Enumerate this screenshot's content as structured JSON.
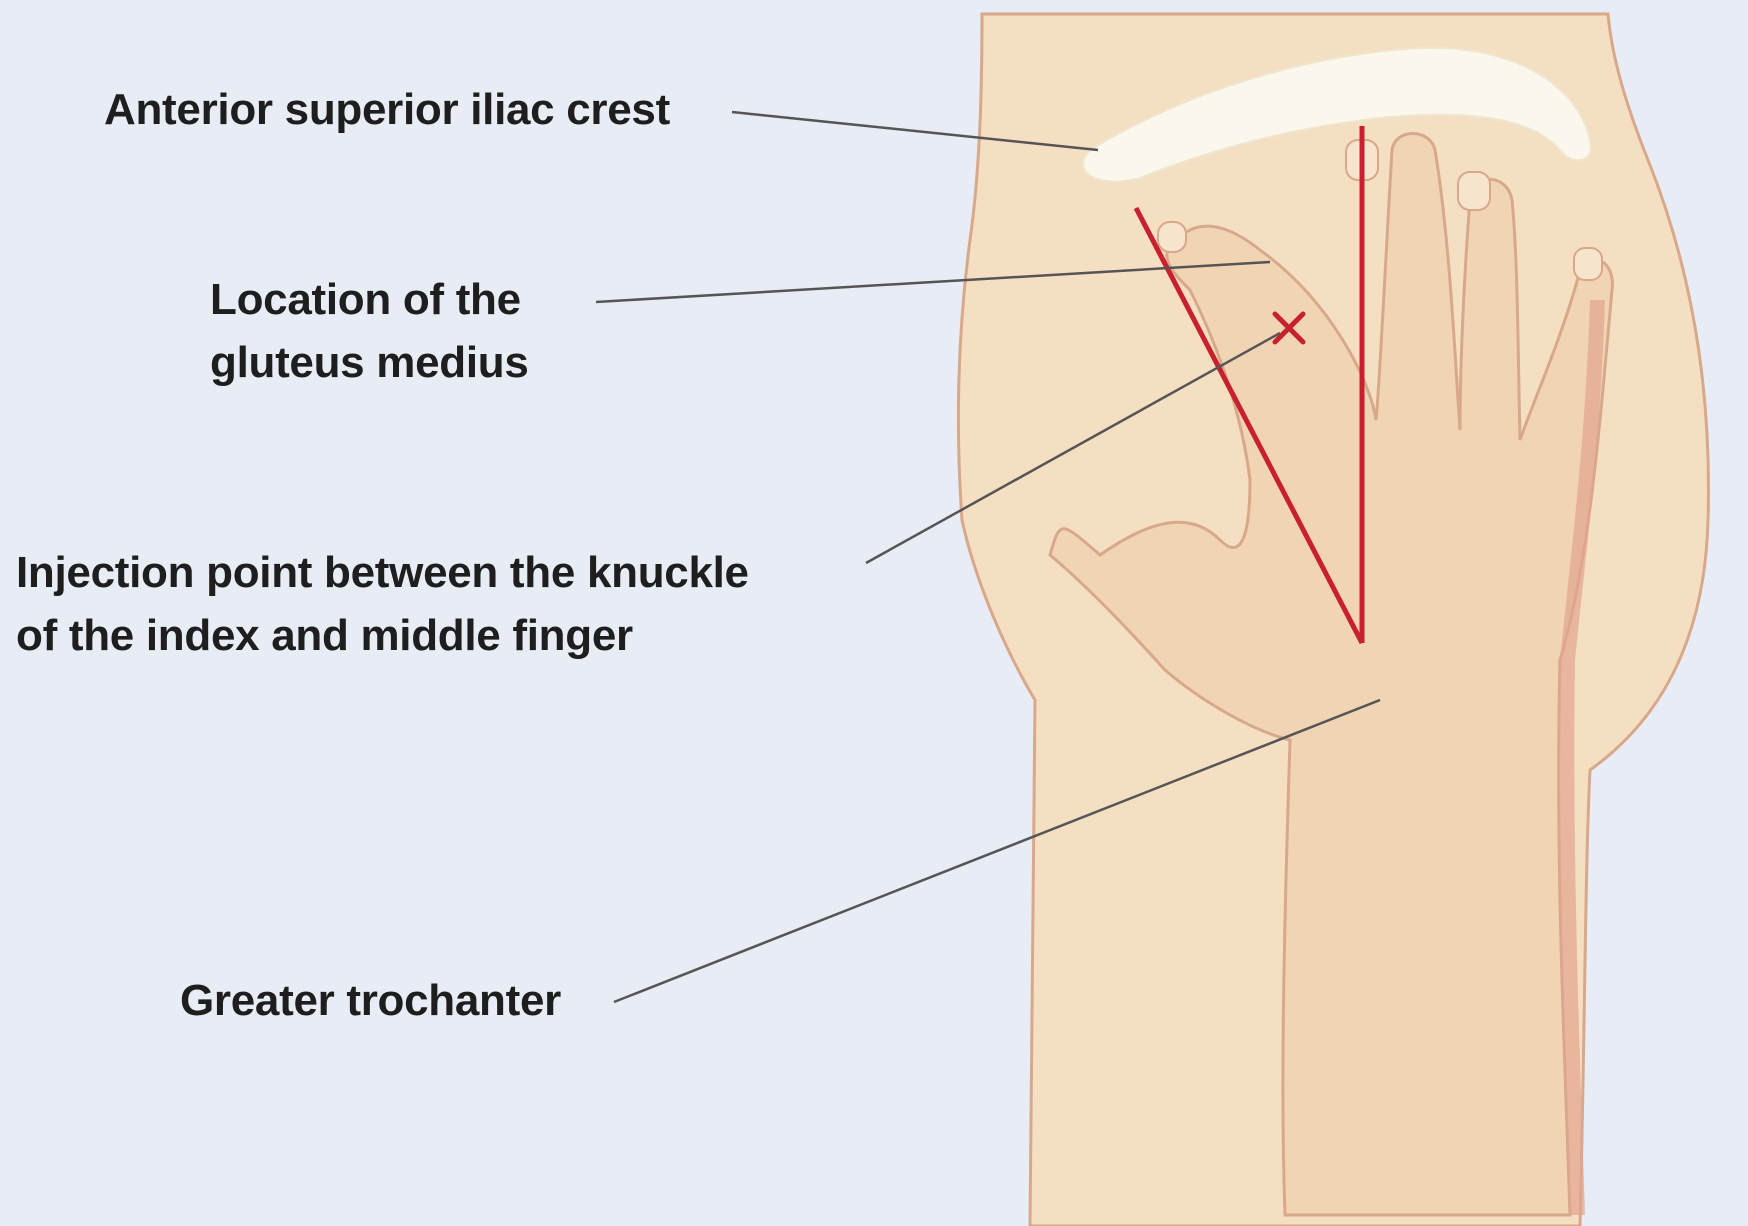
{
  "labels": {
    "iliac_crest": "Anterior superior iliac crest",
    "gluteus_line1": "Location of the",
    "gluteus_line2": "gluteus medius",
    "injection_line1": "Injection point between the knuckle",
    "injection_line2": "of the index and middle finger",
    "trochanter": "Greater trochanter"
  },
  "colors": {
    "background": "#e8ecf5",
    "skin": "#f5dfc2",
    "skin_shadow": "#e9c9a4",
    "outline": "#d7a98a",
    "bone": "#f6f1e1",
    "marker_red": "#c8202e",
    "leader_line": "#555555"
  }
}
